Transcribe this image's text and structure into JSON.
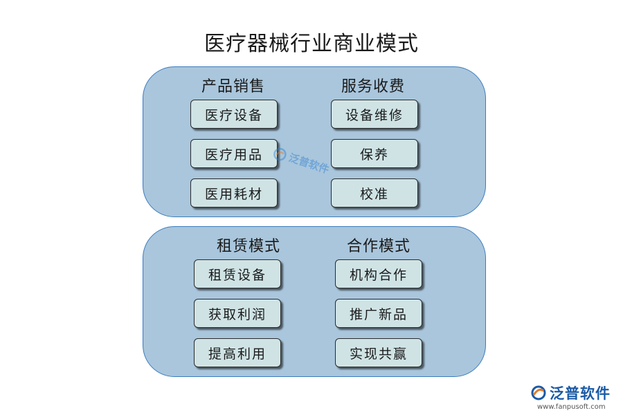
{
  "title": "医疗器械行业商业模式",
  "panels": [
    {
      "columns": [
        {
          "heading": "产品销售",
          "items": [
            "医疗设备",
            "医疗用品",
            "医用耗材"
          ]
        },
        {
          "heading": "服务收费",
          "items": [
            "设备维修",
            "保养",
            "校准"
          ]
        }
      ]
    },
    {
      "columns": [
        {
          "heading": "租赁模式",
          "items": [
            "租赁设备",
            "获取利润",
            "提高利用"
          ]
        },
        {
          "heading": "合作模式",
          "items": [
            "机构合作",
            "推广新品",
            "实现共赢"
          ]
        }
      ]
    }
  ],
  "watermark": {
    "text": "泛普软件"
  },
  "logo": {
    "name": "泛普软件",
    "url": "www.fanpusoft.com"
  },
  "colors": {
    "panel_fill": "#a9c6dc",
    "panel_border": "#3b7bbd",
    "box_fill": "#cfe3e5",
    "logo_blue": "#1a5aa6"
  }
}
